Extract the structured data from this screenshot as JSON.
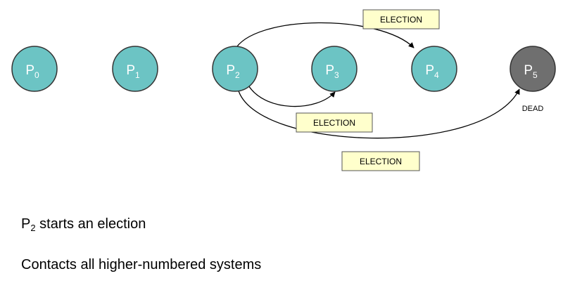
{
  "colors": {
    "alive_fill": "#6cc4c4",
    "dead_fill": "#6f6f6f",
    "node_stroke": "#333333",
    "message_fill": "#ffffcc",
    "message_stroke": "#555555"
  },
  "nodes": [
    {
      "letter": "P",
      "sub": "0",
      "state": "alive"
    },
    {
      "letter": "P",
      "sub": "1",
      "state": "alive"
    },
    {
      "letter": "P",
      "sub": "2",
      "state": "alive"
    },
    {
      "letter": "P",
      "sub": "3",
      "state": "alive"
    },
    {
      "letter": "P",
      "sub": "4",
      "state": "alive"
    },
    {
      "letter": "P",
      "sub": "5",
      "state": "dead",
      "status": "DEAD"
    }
  ],
  "messages": [
    {
      "label": "ELECTION",
      "from": "2",
      "to": "4"
    },
    {
      "label": "ELECTION",
      "from": "2",
      "to": "3"
    },
    {
      "label": "ELECTION",
      "from": "2",
      "to": "5"
    }
  ],
  "captions": {
    "line1_main": "P",
    "line1_sub": "2",
    "line1_rest": " starts an election",
    "line2": "Contacts all higher-numbered systems"
  }
}
